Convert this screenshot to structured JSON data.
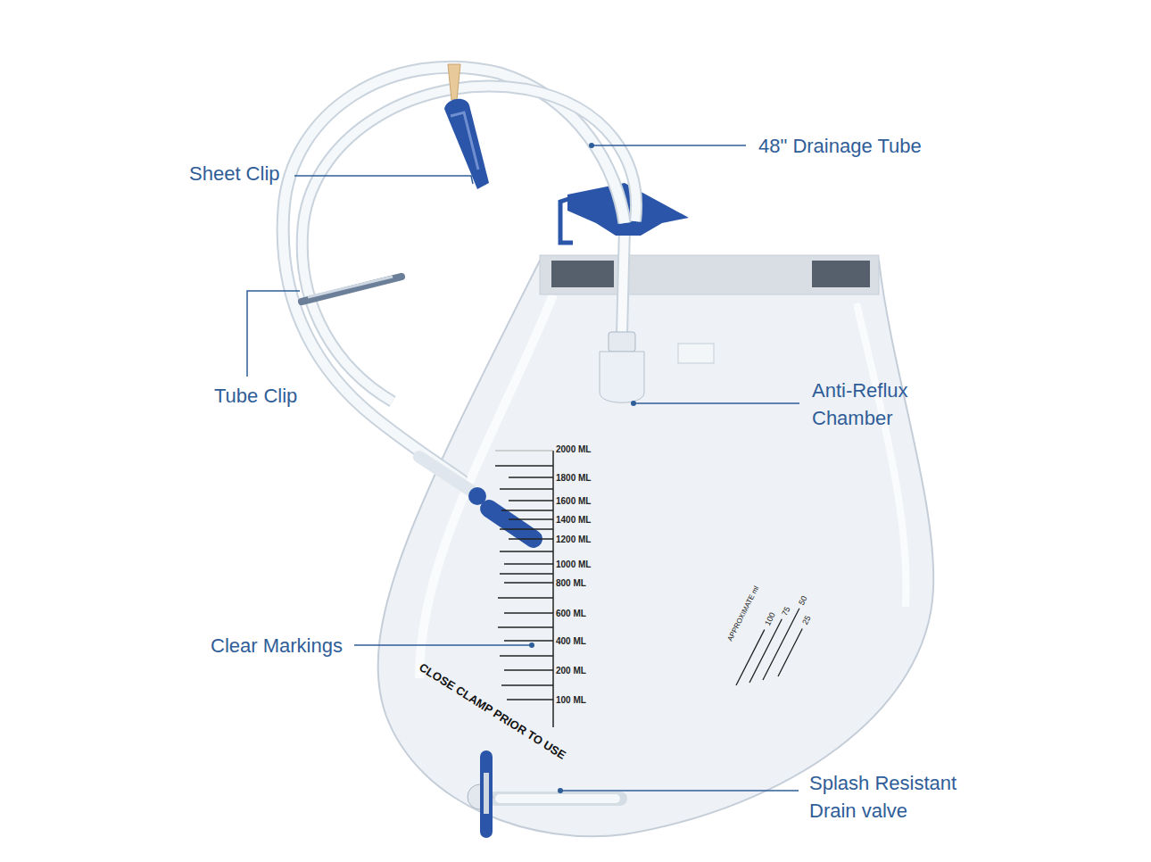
{
  "diagram": {
    "labels": [
      "Sheet Clip",
      "48\" Drainage Tube",
      "Tube Clip",
      "Anti-Reflux Chamber",
      "2000 ML",
      "1800 ML",
      "1600 ML",
      "1400 ML",
      "1200 ML",
      "1000 ML",
      "800 ML",
      "600 ML",
      "400 ML",
      "200 ML",
      "100 ML",
      "APPROXIMATE ml",
      "100",
      "75",
      "50",
      "25",
      "Clear Markings",
      "CLOSE CLAMP PRIOR TO USE",
      "Splash Resistant Drain valve"
    ]
  }
}
